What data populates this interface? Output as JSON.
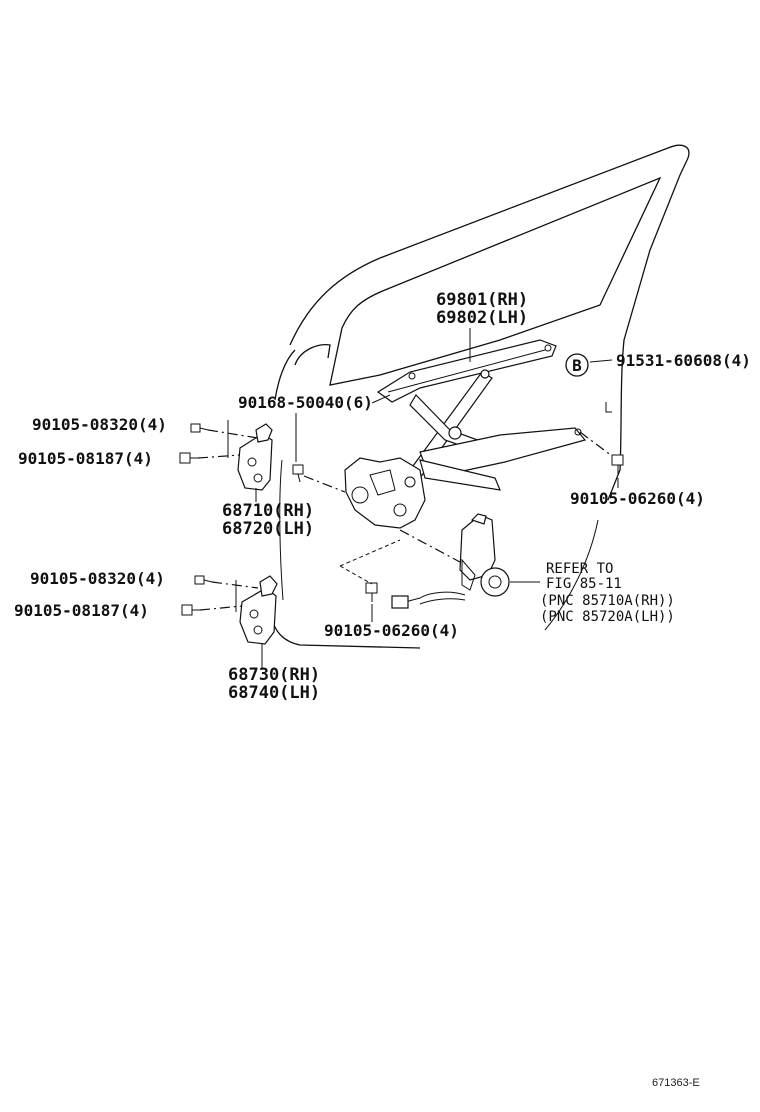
{
  "labels": {
    "regulator_rh": "69801(RH)",
    "regulator_lh": "69802(LH)",
    "bolt_b_ref": "91531-60608(4)",
    "b_marker": "B",
    "bolt_50040": "90168-50040(6)",
    "bolt_08320_upper": "90105-08320(4)",
    "bolt_08187_upper": "90105-08187(4)",
    "hinge_upper_rh": "68710(RH)",
    "hinge_upper_lh": "68720(LH)",
    "bolt_06260_right": "90105-06260(4)",
    "refer_line1": "REFER TO",
    "refer_line2": "FIG 85-11",
    "refer_line3": "(PNC 85710A(RH))",
    "refer_line4": "(PNC 85720A(LH))",
    "bolt_08320_lower": "90105-08320(4)",
    "bolt_08187_lower": "90105-08187(4)",
    "bolt_06260_lower": "90105-06260(4)",
    "hinge_lower_rh": "68730(RH)",
    "hinge_lower_lh": "68740(LH)",
    "figure_id": "671363-E"
  }
}
